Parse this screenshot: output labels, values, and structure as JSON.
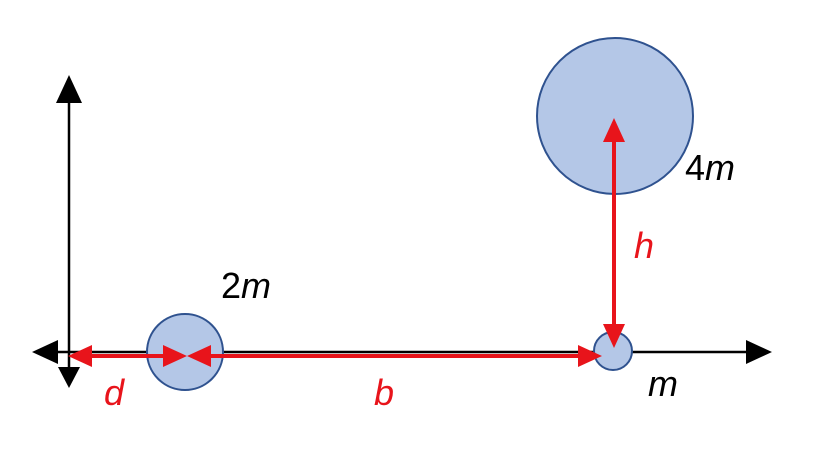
{
  "labels": {
    "mass_2m_coef": "2",
    "mass_2m_var": "m",
    "mass_4m_coef": "4",
    "mass_4m_var": "m",
    "mass_m": "m",
    "dim_d": "d",
    "dim_b": "b",
    "dim_h": "h"
  },
  "colors": {
    "axis": "#000000",
    "dimension": "#e8141b",
    "mass_fill": "#b4c7e7",
    "mass_stroke": "#2f528f"
  }
}
